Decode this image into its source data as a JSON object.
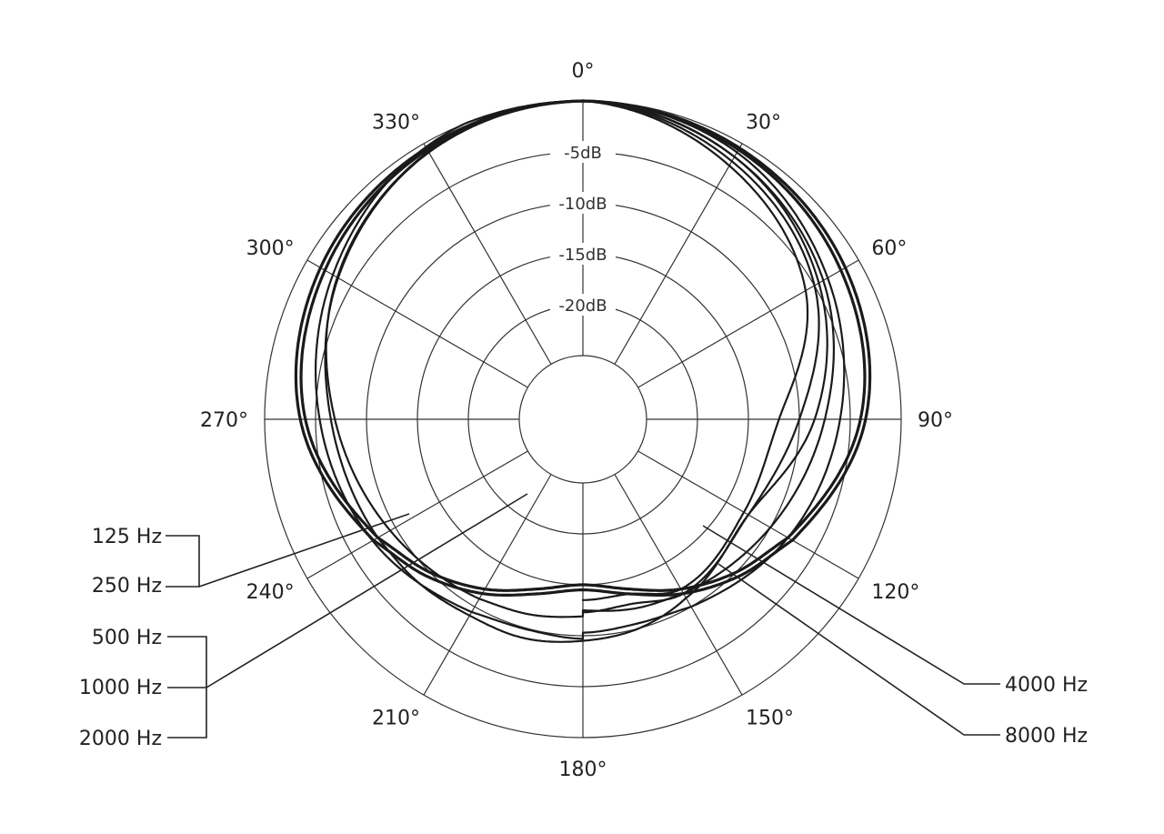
{
  "chart_data": {
    "type": "polar",
    "title": "",
    "angle_labels": [
      "0°",
      "30°",
      "60°",
      "90°",
      "120°",
      "150°",
      "180°",
      "210°",
      "240°",
      "270°",
      "300°",
      "330°"
    ],
    "angles_deg": [
      0,
      30,
      60,
      90,
      120,
      150,
      180,
      210,
      240,
      270,
      300,
      330
    ],
    "radial_ticks": [
      {
        "db": -5,
        "label": "-5dB"
      },
      {
        "db": -10,
        "label": "-10dB"
      },
      {
        "db": -15,
        "label": "-15dB"
      },
      {
        "db": -20,
        "label": "-20dB"
      }
    ],
    "radial_range_db": [
      -25,
      0
    ],
    "grid": true,
    "series": [
      {
        "name": "125 Hz",
        "group": "low",
        "angles": [
          0,
          30,
          60,
          90,
          120,
          135,
          150,
          165,
          180,
          195,
          210,
          225,
          240,
          270,
          300,
          330,
          360
        ],
        "db": [
          0,
          -0.5,
          -1.5,
          -3.5,
          -7.5,
          -9.5,
          -11.5,
          -13.5,
          -14.5,
          -13.5,
          -11.5,
          -9.5,
          -7.5,
          -3.5,
          -1.5,
          -0.5,
          0
        ]
      },
      {
        "name": "250 Hz",
        "group": "low",
        "angles": [
          0,
          30,
          60,
          90,
          120,
          135,
          150,
          165,
          180,
          195,
          210,
          225,
          240,
          270,
          300,
          330,
          360
        ],
        "db": [
          0,
          -0.7,
          -2.0,
          -4.0,
          -8.0,
          -10.0,
          -12.0,
          -14.0,
          -15.0,
          -14.0,
          -12.0,
          -10.0,
          -8.0,
          -4.0,
          -2.0,
          -0.7,
          0
        ]
      },
      {
        "name": "500 Hz",
        "group": "mid",
        "angles": [
          0,
          30,
          60,
          90,
          120,
          150,
          165,
          180,
          195,
          210,
          225,
          240,
          270,
          300,
          330,
          360
        ],
        "db": [
          0,
          -1.5,
          -4.5,
          -8.5,
          -12.5,
          -11.0,
          -10.0,
          -9.5,
          -9.0,
          -9.0,
          -8.5,
          -8.0,
          -6.5,
          -3.5,
          -1.0,
          0
        ]
      },
      {
        "name": "1000 Hz",
        "group": "mid",
        "angles": [
          0,
          30,
          60,
          90,
          120,
          150,
          165,
          180
        ],
        "db": [
          0,
          -1.0,
          -3.5,
          -6.0,
          -8.0,
          -10.0,
          -10.5,
          -10.3
        ]
      },
      {
        "name": "2000 Hz",
        "group": "mid",
        "angles": [
          0,
          30,
          60,
          90,
          120,
          150,
          165,
          180
        ],
        "db": [
          0,
          -1.5,
          -4.0,
          -7.5,
          -10.0,
          -11.5,
          -12.0,
          -12.5
        ]
      },
      {
        "name": "4000 Hz",
        "group": "high",
        "angles": [
          0,
          30,
          60,
          90,
          120,
          150,
          165,
          180
        ],
        "db": [
          0,
          -2.0,
          -5.0,
          -10.0,
          -12.5,
          -11.5,
          -12.5,
          -12.3
        ]
      },
      {
        "name": "8000 Hz",
        "group": "high",
        "angles": [
          0,
          30,
          60,
          90,
          120,
          150,
          165,
          180
        ],
        "db": [
          0,
          -2.5,
          -6.0,
          -12.0,
          -13.0,
          -12.0,
          -13.5,
          -13.5
        ]
      }
    ],
    "legend": {
      "groups": [
        {
          "id": "low",
          "side": "left",
          "labels": [
            "125 Hz",
            "250 Hz"
          ]
        },
        {
          "id": "mid",
          "side": "left",
          "labels": [
            "500 Hz",
            "1000 Hz",
            "2000 Hz"
          ]
        },
        {
          "id": "high",
          "side": "right",
          "labels": [
            "4000 Hz",
            "8000 Hz"
          ]
        }
      ]
    }
  }
}
